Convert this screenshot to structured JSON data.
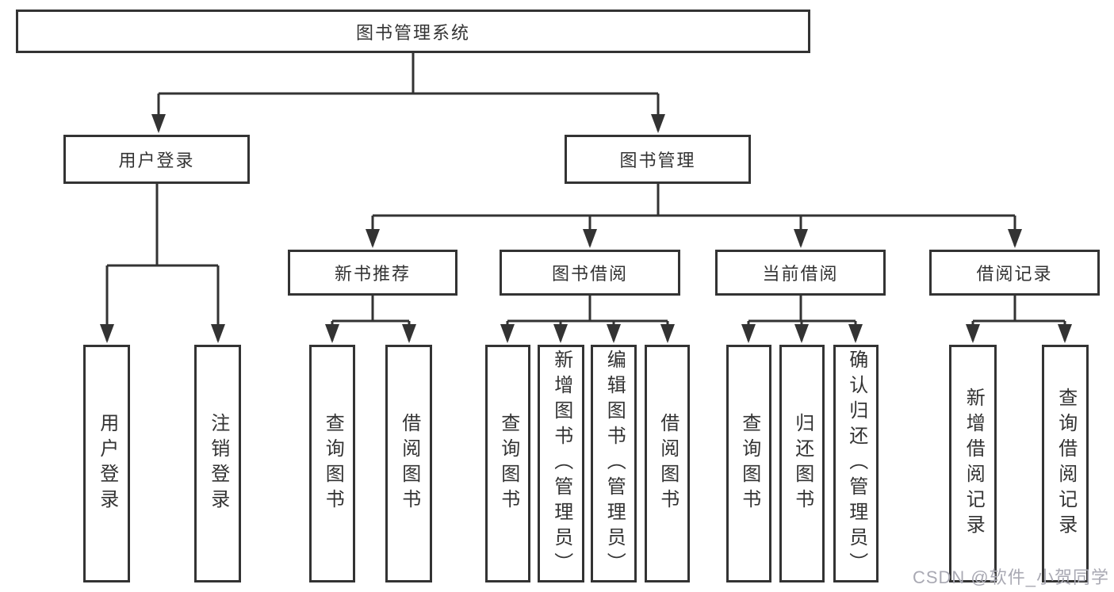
{
  "colors": {
    "line": "#333333",
    "text": "#333333",
    "background": "#ffffff",
    "watermark": "#a9a9b3"
  },
  "watermark": "CSDN @软件_小贺同学",
  "tree": {
    "label": "图书管理系统",
    "children": [
      {
        "label": "用户登录",
        "children": [
          {
            "label": "用户登录"
          },
          {
            "label": "注销登录"
          }
        ]
      },
      {
        "label": "图书管理",
        "children": [
          {
            "label": "新书推荐",
            "children": [
              {
                "label": "查询图书"
              },
              {
                "label": "借阅图书"
              }
            ]
          },
          {
            "label": "图书借阅",
            "children": [
              {
                "label": "查询图书"
              },
              {
                "label": "新增图书（管理员）"
              },
              {
                "label": "编辑图书（管理员）"
              },
              {
                "label": "借阅图书"
              }
            ]
          },
          {
            "label": "当前借阅",
            "children": [
              {
                "label": "查询图书"
              },
              {
                "label": "归还图书"
              },
              {
                "label": "确认归还（管理员）"
              }
            ]
          },
          {
            "label": "借阅记录",
            "children": [
              {
                "label": "新增借阅记录"
              },
              {
                "label": "查询借阅记录"
              }
            ]
          }
        ]
      }
    ]
  }
}
